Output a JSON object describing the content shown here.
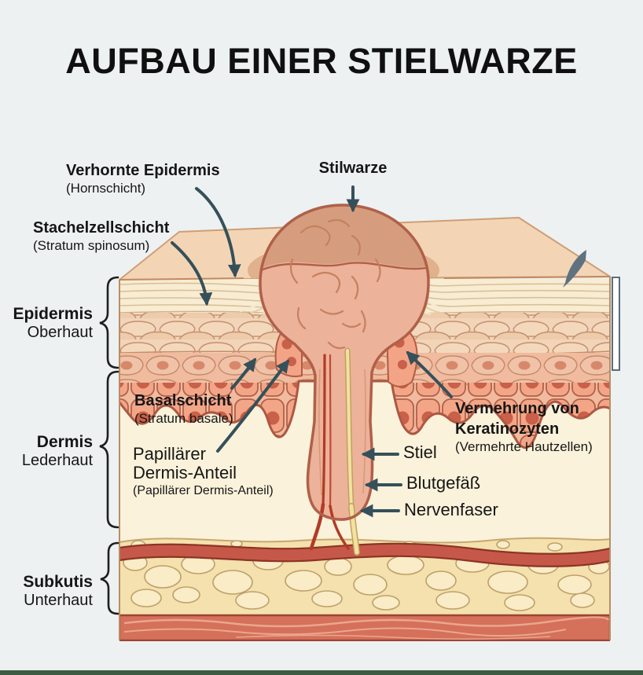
{
  "title": "AUFBAU EINER STIELWARZE",
  "diagram": {
    "callouts": {
      "verhornte_epidermis": {
        "label": "Verhornte Epidermis",
        "sublabel": "(Hornschicht)"
      },
      "stachelzellschicht": {
        "label": "Stachelzellschicht",
        "sublabel": "(Stratum spinosum)"
      },
      "stilwarze": {
        "label": "Stilwarze"
      },
      "basalschicht": {
        "label": "Basalschicht",
        "sublabel": "(Stratum basale)"
      },
      "papillaerer_dermis_anteil": {
        "label_line1": "Papillärer",
        "label_line2": "Dermis-Anteil",
        "sublabel": "(Papillärer Dermis-Anteil)"
      },
      "vermehrung_keratinozyten": {
        "label_line1": "Vermehrung von",
        "label_line2": "Keratinozyten",
        "sublabel": "(Vermehrte Hautzellen)"
      },
      "stiel": {
        "label": "Stiel"
      },
      "blutgefaess": {
        "label": "Blutgefäß"
      },
      "nervenfaser": {
        "label": "Nervenfaser"
      }
    },
    "layer_labels": {
      "epidermis": {
        "label": "Epidermis",
        "sublabel": "Oberhaut"
      },
      "dermis": {
        "label": "Dermis",
        "sublabel": "Lederhaut"
      },
      "subkutis": {
        "label": "Subkutis",
        "sublabel": "Unterhaut"
      }
    }
  },
  "colors": {
    "background": "#edf1f2",
    "bottom_bar": "#3c5b41",
    "text": "#141414",
    "arrow": "#35505a",
    "skin_top_face": "#f3d5b5",
    "mound_shade": "#d9a783",
    "stratum_corneum": "#f8ecd2",
    "spinous_layer": "#f2d4b8",
    "basal_layer": "#f0bb9e",
    "dermis_fill": "#fbf2db",
    "subcutis_fill": "#f4e1ad",
    "fat_cell": "#f9ecc6",
    "muscle_fill": "#d5705a",
    "vessel_fill": "#c6584a",
    "wart_fill": "#ecb29a",
    "wart_outline": "#b06049",
    "nerve_fill": "#f2e1a0"
  }
}
